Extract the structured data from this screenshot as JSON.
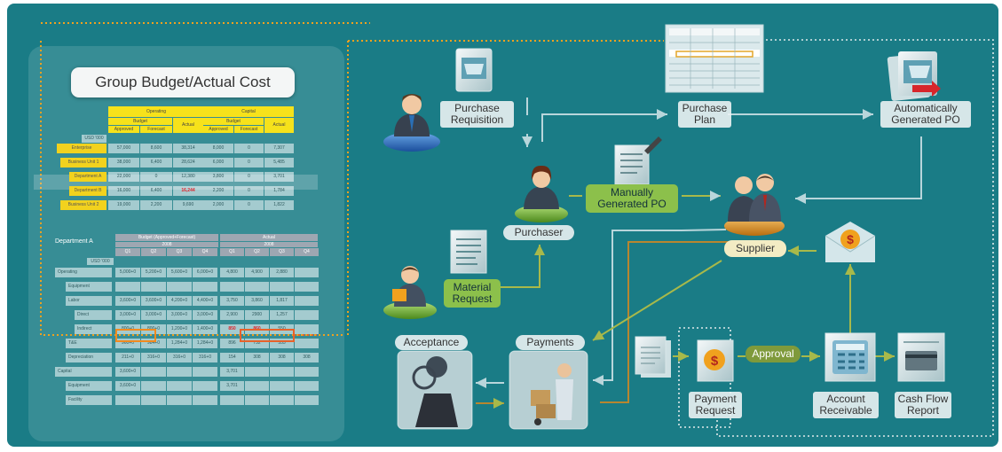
{
  "title": "Group Budget/Actual Cost",
  "table1": {
    "currency": "USD '000",
    "group_operating": "Operating",
    "group_capital": "Capital",
    "sub_budget": "Budget",
    "col_approved": "Approved",
    "col_forecast": "Forecast",
    "col_actual": "Actual",
    "rows": [
      {
        "label": "Enterprise",
        "values": [
          "57,000",
          "8,600",
          "38,314",
          "8,000",
          "0",
          "7,307"
        ]
      },
      {
        "label": "Business Unit 1",
        "values": [
          "38,000",
          "6,400",
          "28,624",
          "6,000",
          "0",
          "5,485"
        ]
      },
      {
        "label": "Department A",
        "values": [
          "22,000",
          "0",
          "12,380",
          "3,800",
          "0",
          "3,701"
        ]
      },
      {
        "label": "Department B",
        "values": [
          "16,000",
          "6,400",
          "16,244",
          "2,200",
          "0",
          "1,784"
        ]
      },
      {
        "label": "Business Unit 2",
        "values": [
          "19,000",
          "2,200",
          "9,690",
          "2,000",
          "0",
          "1,822"
        ]
      }
    ]
  },
  "table2": {
    "dept": "Department A",
    "budget_header": "Budget (Approved+Forecast)",
    "budget_year": "2008",
    "actual_header": "Actual",
    "actual_year": "2008",
    "currency": "USD '000",
    "quarters": [
      "Q1",
      "Q2",
      "Q3",
      "Q4"
    ],
    "rows": [
      {
        "label": "Operating",
        "budget": [
          "5,000+0",
          "5,200+0",
          "5,600+0",
          "6,000+0"
        ],
        "actual": [
          "4,800",
          "4,900",
          "2,880",
          ""
        ]
      },
      {
        "label": "Equipment",
        "budget": [
          "",
          "",
          "",
          ""
        ],
        "actual": [
          "",
          "",
          "",
          ""
        ]
      },
      {
        "label": "Labor",
        "budget": [
          "3,600+0",
          "3,600+0",
          "4,200+0",
          "4,400+0"
        ],
        "actual": [
          "3,750",
          "3,860",
          "1,817",
          ""
        ]
      },
      {
        "label": "Direct",
        "budget": [
          "3,000+0",
          "3,000+0",
          "3,000+0",
          "3,000+0"
        ],
        "actual": [
          "2,900",
          "2900",
          "1,257",
          ""
        ]
      },
      {
        "label": "Indirect",
        "budget": [
          "800+0",
          "800+0",
          "1,200+0",
          "1,400+0"
        ],
        "actual": [
          "850",
          "860",
          "550",
          ""
        ]
      },
      {
        "label": "T&E",
        "budget": [
          "960+0",
          "984+0",
          "1,284+0",
          "1,284+0"
        ],
        "actual": [
          "896",
          "732",
          "555",
          ""
        ]
      },
      {
        "label": "Depreciation",
        "budget": [
          "211+0",
          "316+0",
          "316+0",
          "316+0"
        ],
        "actual": [
          "154",
          "308",
          "308",
          "308"
        ]
      },
      {
        "label": "Capital",
        "budget": [
          "3,600+0",
          "",
          "",
          ""
        ],
        "actual": [
          "3,701",
          "",
          "",
          ""
        ]
      },
      {
        "label": "Equipment",
        "budget": [
          "3,600+0",
          "",
          "",
          ""
        ],
        "actual": [
          "3,701",
          "",
          "",
          ""
        ]
      },
      {
        "label": "Facility",
        "budget": [
          "",
          "",
          "",
          ""
        ],
        "actual": [
          "",
          "",
          "",
          ""
        ]
      }
    ]
  },
  "nodes": {
    "purchase_requisition": "Purchase Requisition",
    "purchase_plan": "Purchase Plan",
    "auto_po": "Automatically Generated PO",
    "manual_po": "Manually Generated PO",
    "purchaser": "Purchaser",
    "supplier": "Supplier",
    "material_request": "Material Request",
    "acceptance": "Acceptance",
    "payments": "Payments",
    "approval": "Approval",
    "payment_request": "Payment Request",
    "account_receivable": "Account Receivable",
    "cash_flow_report": "Cash Flow Report"
  },
  "colors": {
    "background": "#1a7c86",
    "highlight_yellow": "#f2d21e",
    "highlight_orange": "#f28a1e",
    "arrow_olive": "#a8b94a",
    "arrow_pale": "#b9d6db"
  }
}
